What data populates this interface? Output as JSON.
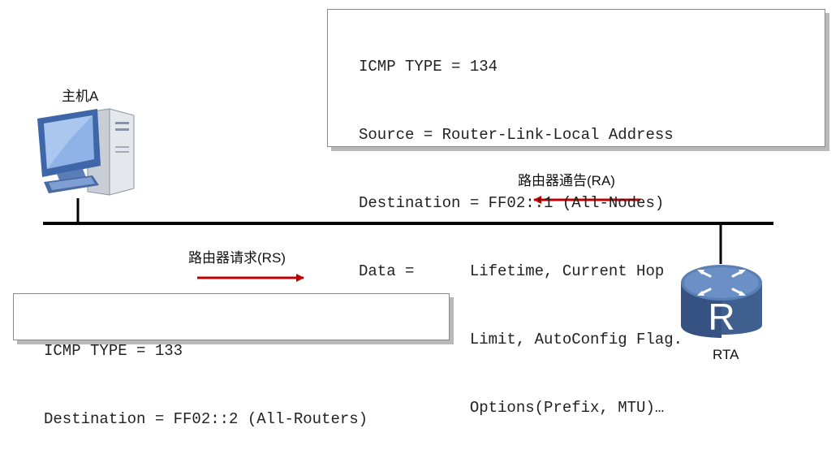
{
  "ra_box": {
    "lines": [
      "ICMP TYPE = 134",
      "Source = Router-Link-Local Address",
      "Destination = FF02::1 (All-Nodes)",
      "Data =      Lifetime, Current Hop",
      "            Limit, AutoConfig Flag.",
      "            Options(Prefix, MTU)…"
    ]
  },
  "rs_box": {
    "lines": [
      "ICMP TYPE = 133",
      "Destination = FF02::2 (All-Routers)"
    ]
  },
  "labels": {
    "host": "主机A",
    "router": "RTA",
    "ra_message": "路由器通告(RA)",
    "rs_message": "路由器请求(RS)"
  },
  "colors": {
    "arrow": "#c00000",
    "bus": "#000000",
    "router_body": "#3f5f8f",
    "host_body": "#5b7db8"
  }
}
